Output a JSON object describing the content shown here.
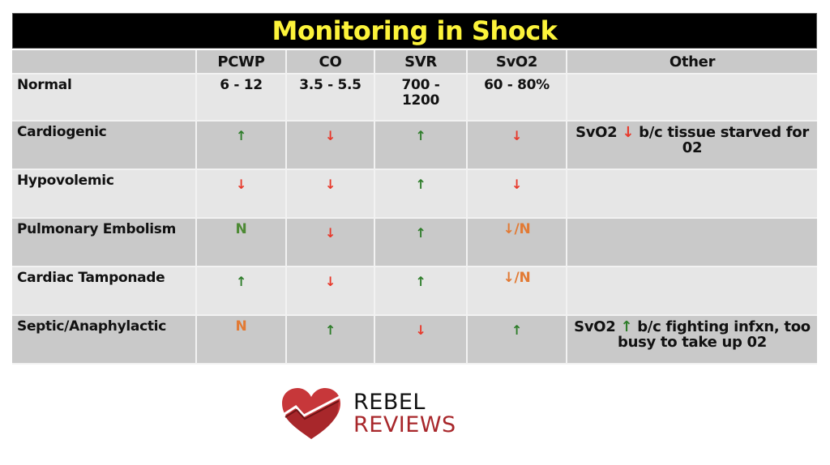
{
  "title": "Monitoring in Shock",
  "columns": [
    "",
    "PCWP",
    "CO",
    "SVR",
    "SvO2",
    "Other"
  ],
  "rows": [
    {
      "label": "Normal",
      "pcwp": "6 - 12",
      "co": "3.5 - 5.5",
      "svr": "700 - 1200",
      "svo2": "60 - 80%",
      "other": ""
    },
    {
      "label": "Cardiogenic",
      "pcwp": "↑",
      "co": "↓",
      "svr": "↑",
      "svo2": "↓",
      "other_pre": "SvO2",
      "other_arrow": "↓",
      "other_post": "b/c tissue starved for 02"
    },
    {
      "label": "Hypovolemic",
      "pcwp": "↓",
      "co": "↓",
      "svr": "↑",
      "svo2": "↓",
      "other": ""
    },
    {
      "label": "Pulmonary Embolism",
      "pcwp": "N",
      "co": "↓",
      "svr": "↑",
      "svo2": "↓/N",
      "other": ""
    },
    {
      "label": "Cardiac Tamponade",
      "pcwp": "↑",
      "co": "↓",
      "svr": "↑",
      "svo2": "↓/N",
      "other": ""
    },
    {
      "label": "Septic/Anaphylactic",
      "pcwp": "N",
      "co": "↑",
      "svr": "↓",
      "svo2": "↑",
      "other_pre": "SvO2",
      "other_arrow": "↑",
      "other_post": "b/c fighting infxn, too busy to take up 02"
    }
  ],
  "colors": {
    "title_text": "#fcf33a",
    "up": "#2e7d2a",
    "down": "#e8392b",
    "normal_green": "#4d8a34",
    "normal_orange": "#e27a34",
    "brand_red": "#a8272b"
  },
  "logo": {
    "line1": "REBEL",
    "line2": "REVIEWS",
    "icon": "heart-chart-icon"
  }
}
